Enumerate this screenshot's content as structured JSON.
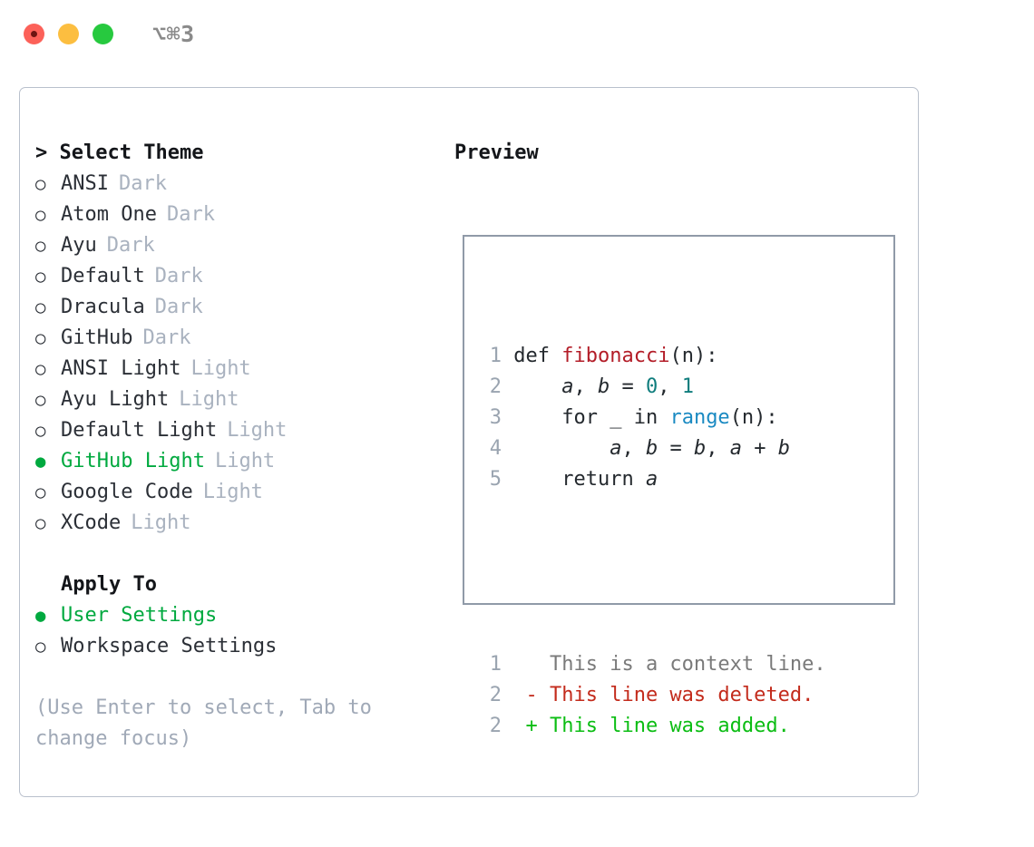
{
  "titlebar": {
    "shortcut": "⌥⌘3",
    "dots": [
      {
        "name": "close-button",
        "color": "#fc6159"
      },
      {
        "name": "minimize-button",
        "color": "#fcbe40"
      },
      {
        "name": "maximize-button",
        "color": "#27c93f"
      }
    ]
  },
  "theme_section": {
    "caret": ">",
    "heading": "Select Theme",
    "items": [
      {
        "bullet": "○",
        "label": "ANSI",
        "tag": "Dark",
        "selected": false
      },
      {
        "bullet": "○",
        "label": "Atom One",
        "tag": "Dark",
        "selected": false
      },
      {
        "bullet": "○",
        "label": "Ayu",
        "tag": "Dark",
        "selected": false
      },
      {
        "bullet": "○",
        "label": "Default",
        "tag": "Dark",
        "selected": false
      },
      {
        "bullet": "○",
        "label": "Dracula",
        "tag": "Dark",
        "selected": false
      },
      {
        "bullet": "○",
        "label": "GitHub",
        "tag": "Dark",
        "selected": false
      },
      {
        "bullet": "○",
        "label": "ANSI Light",
        "tag": "Light",
        "selected": false
      },
      {
        "bullet": "○",
        "label": "Ayu Light",
        "tag": "Light",
        "selected": false
      },
      {
        "bullet": "○",
        "label": "Default Light",
        "tag": "Light",
        "selected": false
      },
      {
        "bullet": "●",
        "label": "GitHub Light",
        "tag": "Light",
        "selected": true
      },
      {
        "bullet": "○",
        "label": "Google Code",
        "tag": "Light",
        "selected": false
      },
      {
        "bullet": "○",
        "label": "XCode",
        "tag": "Light",
        "selected": false
      }
    ]
  },
  "apply_section": {
    "heading": "Apply To",
    "items": [
      {
        "bullet": "●",
        "label": "User Settings",
        "selected": true
      },
      {
        "bullet": "○",
        "label": "Workspace Settings",
        "selected": false
      }
    ]
  },
  "hint": "(Use Enter to select, Tab to change focus)",
  "preview": {
    "title": "Preview",
    "code_lines": [
      {
        "num": "1",
        "tokens": [
          {
            "text": " def ",
            "type": "kw"
          },
          {
            "text": "fibonacci",
            "type": "fn"
          },
          {
            "text": "(n):",
            "type": "plain"
          }
        ]
      },
      {
        "num": "2",
        "tokens": [
          {
            "text": "     ",
            "type": "plain"
          },
          {
            "text": "a",
            "type": "var"
          },
          {
            "text": ", ",
            "type": "plain"
          },
          {
            "text": "b",
            "type": "var"
          },
          {
            "text": " = ",
            "type": "plain"
          },
          {
            "text": "0",
            "type": "num"
          },
          {
            "text": ", ",
            "type": "plain"
          },
          {
            "text": "1",
            "type": "num"
          }
        ]
      },
      {
        "num": "3",
        "tokens": [
          {
            "text": "     for ",
            "type": "kw"
          },
          {
            "text": "_",
            "type": "plain"
          },
          {
            "text": " in ",
            "type": "kw"
          },
          {
            "text": "range",
            "type": "builtin"
          },
          {
            "text": "(n):",
            "type": "plain"
          }
        ]
      },
      {
        "num": "4",
        "tokens": [
          {
            "text": "         ",
            "type": "plain"
          },
          {
            "text": "a",
            "type": "var"
          },
          {
            "text": ", ",
            "type": "plain"
          },
          {
            "text": "b",
            "type": "var"
          },
          {
            "text": " = ",
            "type": "plain"
          },
          {
            "text": "b",
            "type": "var"
          },
          {
            "text": ", ",
            "type": "plain"
          },
          {
            "text": "a",
            "type": "var"
          },
          {
            "text": " + ",
            "type": "plain"
          },
          {
            "text": "b",
            "type": "var"
          }
        ]
      },
      {
        "num": "5",
        "tokens": [
          {
            "text": "     return ",
            "type": "kw"
          },
          {
            "text": "a",
            "type": "var"
          }
        ]
      }
    ],
    "diff_lines": [
      {
        "num": "1",
        "marker": "  ",
        "text": "This is a context line.",
        "type": "ctx"
      },
      {
        "num": "2",
        "marker": "- ",
        "text": "This line was deleted.",
        "type": "del"
      },
      {
        "num": "2",
        "marker": "+ ",
        "text": "This line was added.",
        "type": "add"
      }
    ]
  },
  "colors": {
    "accent_green": "#00a93f",
    "muted": "#a9b2bf",
    "text": "#24292e",
    "fn_red": "#b31d28",
    "builtin_blue": "#1a8ac2",
    "number_teal": "#0f7d7d",
    "diff_delete": "#c32b1c",
    "diff_add": "#0bbd13",
    "border": "#909aa8"
  }
}
